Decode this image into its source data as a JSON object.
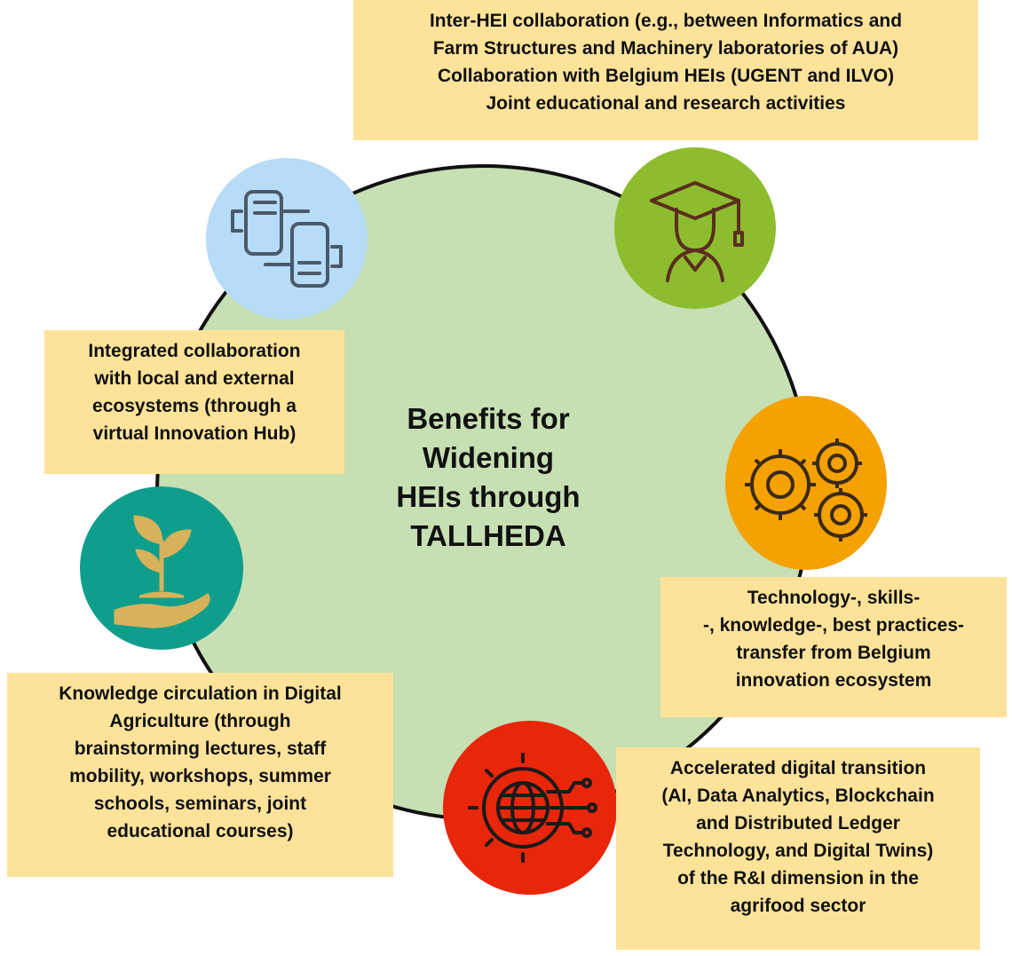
{
  "center": {
    "lines": [
      "Benefits for",
      "Widening",
      "HEIs through",
      "TALLHEDA"
    ]
  },
  "boxes": {
    "top": {
      "lines": [
        "Inter-HEI collaboration  (e.g., between Informatics and",
        "Farm Structures and Machinery laboratories of AUA)",
        "Collaboration  with Belgium HEIs (UGENT and ILVO)",
        "Joint educational and research activities"
      ]
    },
    "left_upper": {
      "lines": [
        "Integrated collaboration",
        "with local and external",
        "ecosystems (through a",
        "virtual Innovation Hub)"
      ]
    },
    "left_lower": {
      "lines": [
        "Knowledge circulation in Digital",
        "Agriculture (through",
        "brainstorming lectures, staff",
        "mobility, workshops, summer",
        "schools, seminars, joint",
        "educational courses)"
      ]
    },
    "right_upper": {
      "lines": [
        "Technology-, skills-",
        "-, knowledge-, best practices-",
        "transfer from Belgium",
        "innovation ecosystem"
      ]
    },
    "right_lower": {
      "lines": [
        "Accelerated digital transition",
        "(AI, Data Analytics, Blockchain",
        "and Distributed Ledger",
        "Technology, and Digital Twins)",
        "of the R&I dimension in the",
        "agrifood sector"
      ]
    }
  },
  "icons": {
    "handshake": {
      "name": "hands-collaboration-icon",
      "color": "#b6dcf7",
      "stroke": "#4a5a6a"
    },
    "graduate": {
      "name": "graduate-icon",
      "color": "#8dbd2e",
      "stroke": "#5a2e1e"
    },
    "gears": {
      "name": "gears-icon",
      "color": "#f5a100",
      "stroke": "#3a2a1a"
    },
    "digital": {
      "name": "digital-globe-gear-icon",
      "color": "#e8260a",
      "stroke": "#1a1a1a"
    },
    "plant": {
      "name": "plant-in-hand-icon",
      "color": "#0f9e8c",
      "stroke": "#d8b25a"
    }
  },
  "colors": {
    "main_circle": "#c6dfb3",
    "box_fill": "#fde39a",
    "text": "#111111"
  }
}
